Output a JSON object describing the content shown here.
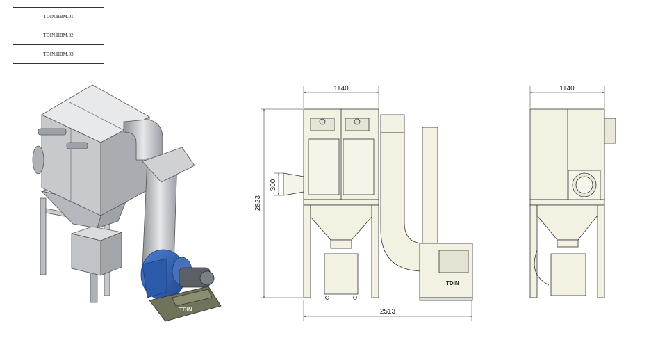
{
  "codes": [
    "TDIN.HBM.01",
    "TDIN.HBM.02",
    "TDIN.HBM.03"
  ],
  "dimensions": {
    "front_width": "1140",
    "side_width": "1140",
    "total_height": "2823",
    "inlet": "300",
    "total_length": "2513"
  },
  "brand": "TDIN",
  "colors": {
    "line": "#333333",
    "body_fill": "#f2f1e2",
    "body_dark": "#dcdccc",
    "fan_blue": "#2f5fb0",
    "steel_light": "#d9dadc",
    "steel_mid": "#a9adb3",
    "steel_dark": "#6d7076"
  },
  "icons": [
    "arrowhead-icon",
    "flange-icon",
    "motor-icon"
  ]
}
